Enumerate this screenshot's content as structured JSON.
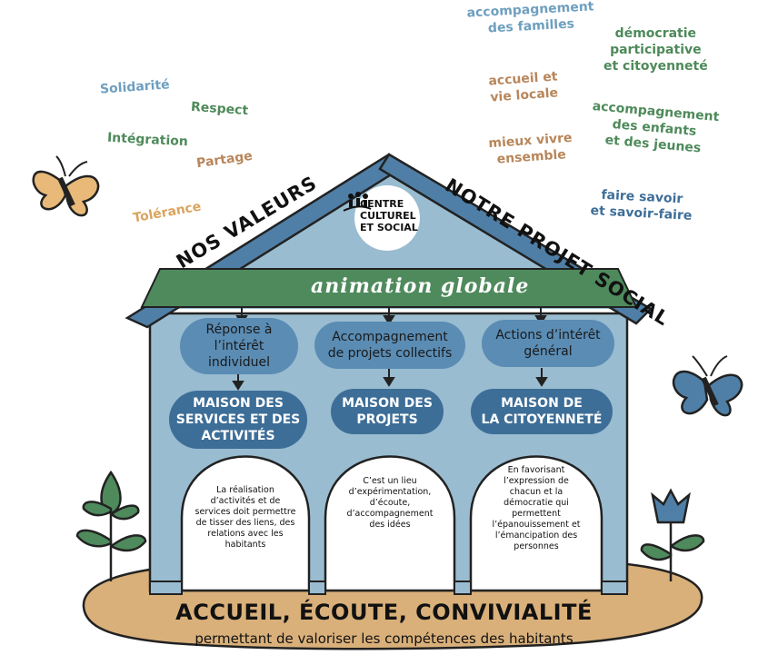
{
  "colors": {
    "wall": "#99bcd0",
    "roof": "#4f7fa6",
    "band": "#4f8a5c",
    "pill": "#5a8cb4",
    "maison": "#3d6e98",
    "ground": "#d9b07a",
    "blue_text": "#6e9fbf",
    "green_text": "#4e8a5a",
    "brown_text": "#b8865a",
    "orange_text": "#d9a45e"
  },
  "values_words": {
    "w1": "Solidarité",
    "w2": "Respect",
    "w3": "Intégration",
    "w4": "Partage",
    "w5": "Tolérance"
  },
  "project_words": {
    "p1": [
      "accompagnement",
      "des familles"
    ],
    "p2": [
      "démocratie",
      "participative",
      "et citoyenneté"
    ],
    "p3": [
      "accueil et",
      "vie locale"
    ],
    "p4": [
      "accompagnement",
      "des enfants",
      "et des jeunes"
    ],
    "p5": [
      "mieux vivre",
      "ensemble"
    ],
    "p6": [
      "faire savoir",
      "et savoir-faire"
    ]
  },
  "roof": {
    "left_title": "NOS VALEURS",
    "right_title": "NOTRE PROJET SOCIAL",
    "logo": [
      "CENTRE",
      "CULTUREL",
      "ET SOCIAL"
    ],
    "band": "animation globale"
  },
  "columns": [
    {
      "pill": [
        "Réponse à",
        "l’intérêt",
        "individuel"
      ],
      "maison": [
        "MAISON DES",
        "SERVICES ET DES",
        "ACTIVITÉS"
      ],
      "arch": [
        "La réalisation",
        "d’activités et de",
        "services doit permettre",
        "de tisser des liens, des",
        "relations avec les",
        "habitants"
      ]
    },
    {
      "pill": [
        "Accompagnement",
        "de projets collectifs"
      ],
      "maison": [
        "MAISON DES",
        "PROJETS"
      ],
      "arch": [
        "C’est un lieu",
        "d’expérimentation,",
        "d’écoute,",
        "d’accompagnement",
        "des idées"
      ]
    },
    {
      "pill": [
        "Actions d’intérêt",
        "général"
      ],
      "maison": [
        "MAISON DE",
        "LA CITOYENNETÉ"
      ],
      "arch": [
        "En favorisant",
        "l’expression de",
        "chacun et la",
        "démocratie qui",
        "permettent",
        "l’épanouissement et",
        "l’émancipation des",
        "personnes"
      ]
    }
  ],
  "bottom": {
    "main": "ACCUEIL, ÉCOUTE, CONVIVIALITÉ",
    "sub": "permettant de valoriser les compétences des habitants"
  }
}
